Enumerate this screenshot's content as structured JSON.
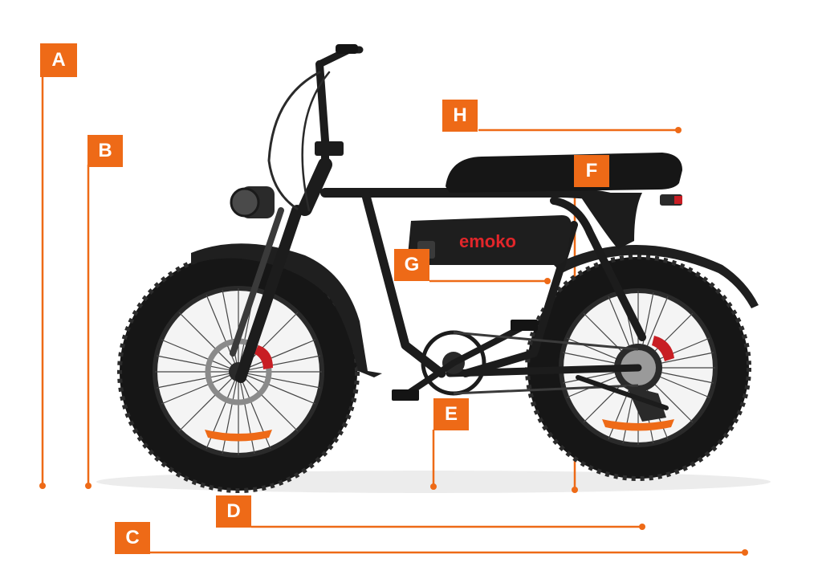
{
  "colors": {
    "accent": "#ee6a17",
    "brand_red": "#e2262a",
    "frame": "#1c1c1c",
    "tire": "#161616",
    "rim": "#2a2a2a",
    "background": "#ffffff"
  },
  "brand": {
    "logo_text": "emoko"
  },
  "dimension_labels": {
    "A": "A",
    "B": "B",
    "C": "C",
    "D": "D",
    "E": "E",
    "F": "F",
    "G": "G",
    "H": "H"
  }
}
